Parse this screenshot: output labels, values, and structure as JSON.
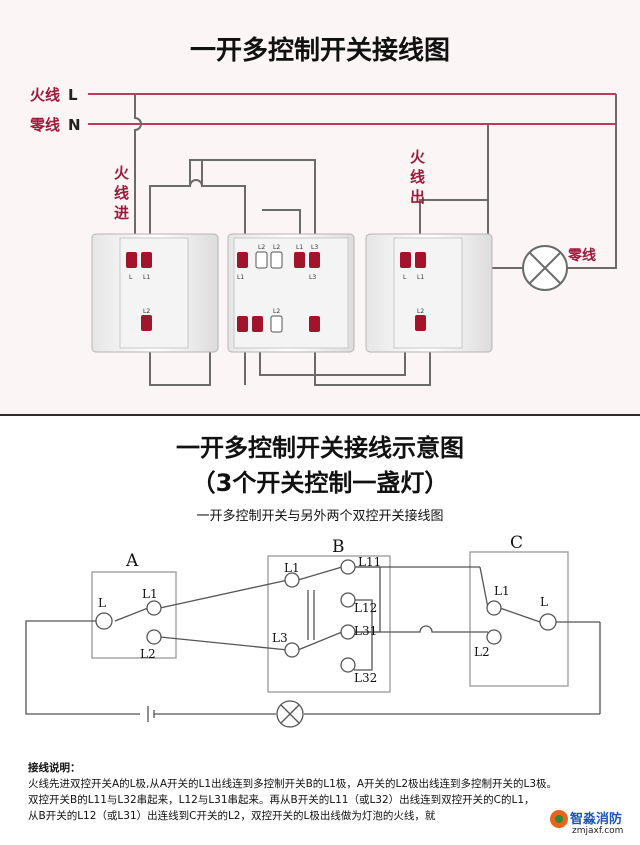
{
  "top": {
    "title": "一开多控制开关接线图",
    "live_label": "火线",
    "live_letter": "L",
    "neutral_label": "零线",
    "neutral_letter": "N",
    "live_in": [
      "火",
      "线",
      "进"
    ],
    "live_out": [
      "火",
      "线",
      "出"
    ],
    "lamp_neutral": "零线",
    "left_switch_terminals": [
      "L",
      "L1",
      "L2"
    ],
    "mid_switch_terminals": [
      "L2",
      "L2",
      "L1",
      "L3",
      "L1",
      "L3",
      "L2"
    ],
    "right_switch_terminals": [
      "L",
      "L1",
      "L2"
    ]
  },
  "bottom": {
    "title_line1": "一开多控制开关接线示意图",
    "title_line2": "（3个开关控制一盏灯）",
    "subtitle": "一开多控制开关与另外两个双控开关接线图",
    "switch_a": {
      "name": "A",
      "t_l": "L",
      "t_l1": "L1",
      "t_l2": "L2"
    },
    "switch_b": {
      "name": "B",
      "t_l1": "L1",
      "t_l3": "L3",
      "t_l11": "L11",
      "t_l12": "L12",
      "t_l31": "L31",
      "t_l32": "L32"
    },
    "switch_c": {
      "name": "C",
      "t_l1": "L1",
      "t_l2": "L2",
      "t_l": "L"
    }
  },
  "notes": {
    "heading": "接线说明：",
    "line1": "火线先进双控开关A的L极,从A开关的L1出线连到多控制开关B的L1极，A开关的L2极出线连到多控制开关的L3极。",
    "line2": "双控开关B的L11与L32串起来，L12与L31串起来。再从B开关的L11（或L32）出线连到双控开关的C的L1，",
    "line3": "从B开关的L12（或L31）出连线到C开关的L2，双控开关的L极出线做为灯泡的火线，就"
  },
  "logo": {
    "brand": "智淼消防",
    "url": "zmjaxf.com"
  },
  "colors": {
    "wire": "#6b6b6b",
    "live": "#c0395a",
    "label_red": "#9b1b3a",
    "terminal": "#a3142c"
  }
}
